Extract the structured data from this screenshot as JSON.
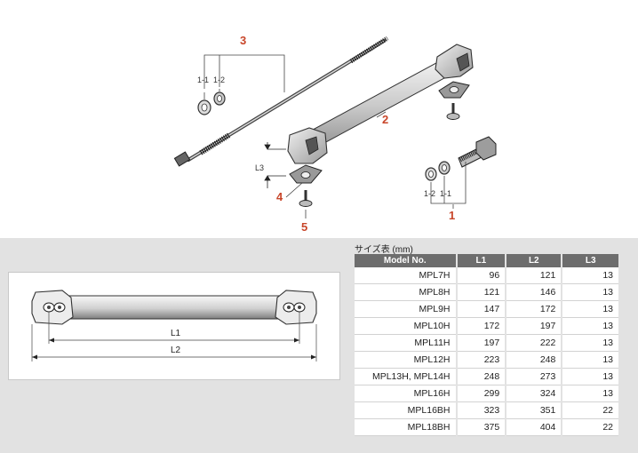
{
  "callouts": {
    "part1": "1",
    "part2": "2",
    "part3": "3",
    "part4": "4",
    "part5": "5",
    "sub_1_1_top": "1-1",
    "sub_1_2_top": "1-2",
    "sub_1_2_bottom": "1-2",
    "sub_1_1_bottom": "1-1",
    "l3": "L3"
  },
  "dimension_diagram": {
    "l1": "L1",
    "l2": "L2"
  },
  "size_table": {
    "caption": "サイズ表 (mm)",
    "headers": [
      "Model No.",
      "L1",
      "L2",
      "L3"
    ],
    "rows": [
      [
        "MPL7H",
        "96",
        "121",
        "13"
      ],
      [
        "MPL8H",
        "121",
        "146",
        "13"
      ],
      [
        "MPL9H",
        "147",
        "172",
        "13"
      ],
      [
        "MPL10H",
        "172",
        "197",
        "13"
      ],
      [
        "MPL11H",
        "197",
        "222",
        "13"
      ],
      [
        "MPL12H",
        "223",
        "248",
        "13"
      ],
      [
        "MPL13H, MPL14H",
        "248",
        "273",
        "13"
      ],
      [
        "MPL16H",
        "299",
        "324",
        "13"
      ],
      [
        "MPL16BH",
        "323",
        "351",
        "22"
      ],
      [
        "MPL18BH",
        "375",
        "404",
        "22"
      ]
    ]
  },
  "colors": {
    "callout": "#c8462a",
    "table_header_bg": "#6d6d6d",
    "band_bg": "#e2e2e2"
  }
}
